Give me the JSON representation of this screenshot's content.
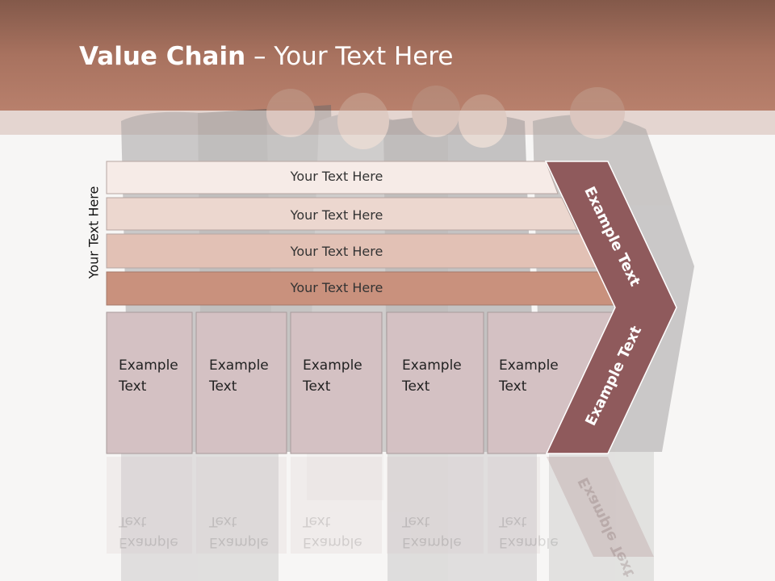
{
  "title": {
    "bold": "Value Chain",
    "rest": " – Your Text Here"
  },
  "side_label": "Your Text Here",
  "rows": [
    {
      "label": "Your Text Here",
      "color": "#f6ebe7"
    },
    {
      "label": "Your Text Here",
      "color": "#ecd7cf"
    },
    {
      "label": "Your Text Here",
      "color": "#e2c1b5"
    },
    {
      "label": "Your Text Here",
      "color": "#c9917d"
    }
  ],
  "boxes": [
    {
      "label": "Example\nText"
    },
    {
      "label": "Example\nText"
    },
    {
      "label": "Example\nText"
    },
    {
      "label": "Example\nText"
    },
    {
      "label": "Example\nText"
    }
  ],
  "arrow": {
    "upper_label": "Example Text",
    "lower_label": "Example Text",
    "color": "#8f5a5c"
  },
  "colors": {
    "header": "#a8725f",
    "box_fill": "#d4c1c3",
    "box_border": "#a89a9b"
  }
}
